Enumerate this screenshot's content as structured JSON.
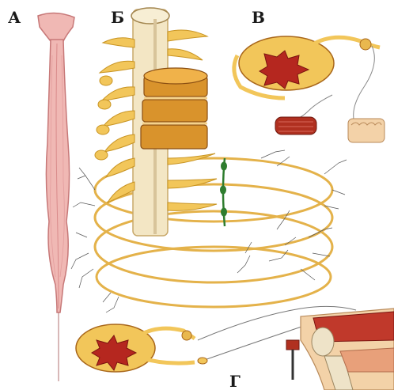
{
  "panels": [
    {
      "id": "a",
      "label": "А"
    },
    {
      "id": "b",
      "label": "Б"
    },
    {
      "id": "v",
      "label": "В"
    },
    {
      "id": "g",
      "label": "Г"
    }
  ],
  "colors": {
    "nerve": "#f2c65a",
    "nerve_dark": "#c89423",
    "vertebra": "#d9932c",
    "vertebra_dark": "#a8661a",
    "cord_pink": "#f0b8b4",
    "grey_matter": "#b5271f",
    "muscle": "#b03020",
    "sympathetic": "#2f7d2f",
    "skin": "#f3d2a8"
  }
}
